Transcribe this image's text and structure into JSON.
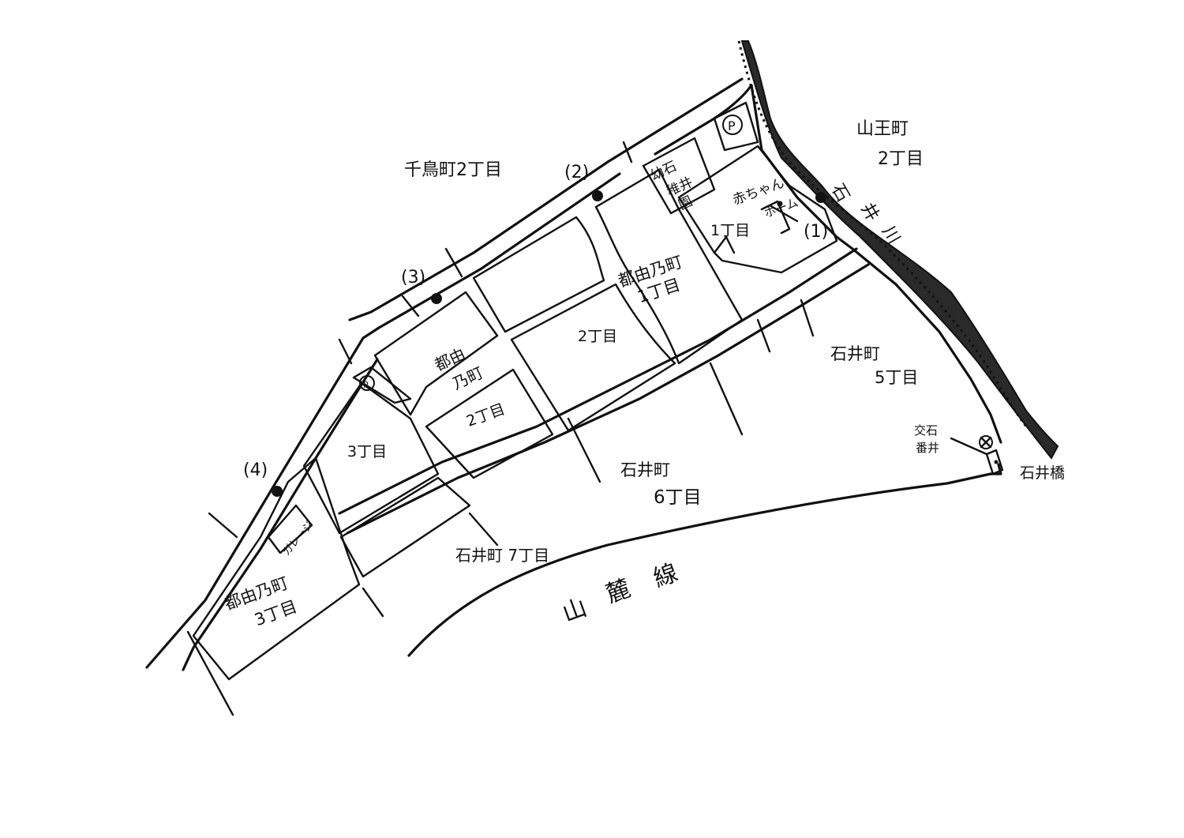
{
  "map": {
    "labels": {
      "chidori": "千鳥町2丁目",
      "sanno_a": "山王町",
      "sanno_b": "2丁目",
      "river_1": "石",
      "river_2": "井",
      "river_3": "川",
      "kinder_1": "幼石",
      "kinder_2": "稚井",
      "kinder_3": "園",
      "akachan_1": "赤ちゃん",
      "akachan_2": "ホーム",
      "chome1_small": "1丁目",
      "tsuyuno1_a": "都由乃町",
      "tsuyuno1_b": "1丁目",
      "chome2_upper": "2丁目",
      "tsuyuno_mid_a": "都由",
      "tsuyuno_mid_b": "乃町",
      "chome2_lower": "2丁目",
      "chome3": "3丁目",
      "garage": "ガレージ",
      "tsuyuno3_a": "都由乃町",
      "tsuyuno3_b": "3丁目",
      "ishii5_a": "石井町",
      "ishii5_b": "5丁目",
      "ishii6_a": "石井町",
      "ishii6_b": "6丁目",
      "ishii7": "石井町 7丁目",
      "koban_1": "交石",
      "koban_2": "番井",
      "ishii_bridge": "石井橋",
      "railway_1": "山",
      "railway_2": "麓",
      "railway_3": "線",
      "parking": "P"
    },
    "points": [
      "(1)",
      "(2)",
      "(3)",
      "(4)"
    ]
  }
}
